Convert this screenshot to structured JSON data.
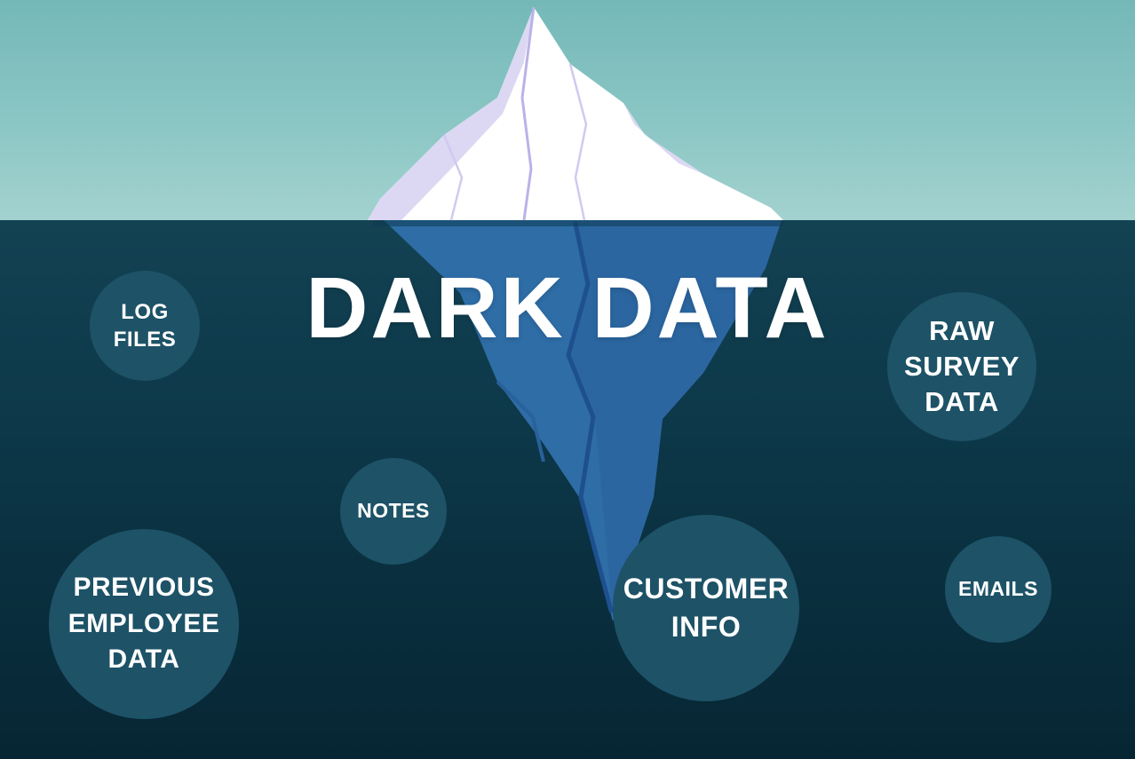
{
  "title": "DARK DATA",
  "colors": {
    "sky_top": "#74b8b8",
    "sky_bottom": "#a3d2cf",
    "water_top": "#134253",
    "water_bottom": "#072634",
    "bubble_fill": "#1d5267",
    "iceberg_above": "#ffffff",
    "iceberg_facet": "#dcd8f3",
    "iceberg_below": "#2e6da6",
    "iceberg_crack": "#1e4f8f",
    "text": "#ffffff"
  },
  "bubbles": [
    {
      "id": "log-files",
      "label": "LOG\nFILES"
    },
    {
      "id": "raw-survey-data",
      "label": "RAW\nSURVEY\nDATA"
    },
    {
      "id": "notes",
      "label": "NOTES"
    },
    {
      "id": "previous-employee-data",
      "label": "PREVIOUS\nEMPLOYEE\nDATA"
    },
    {
      "id": "customer-info",
      "label": "CUSTOMER\nINFO"
    },
    {
      "id": "emails",
      "label": "EMAILS"
    }
  ]
}
